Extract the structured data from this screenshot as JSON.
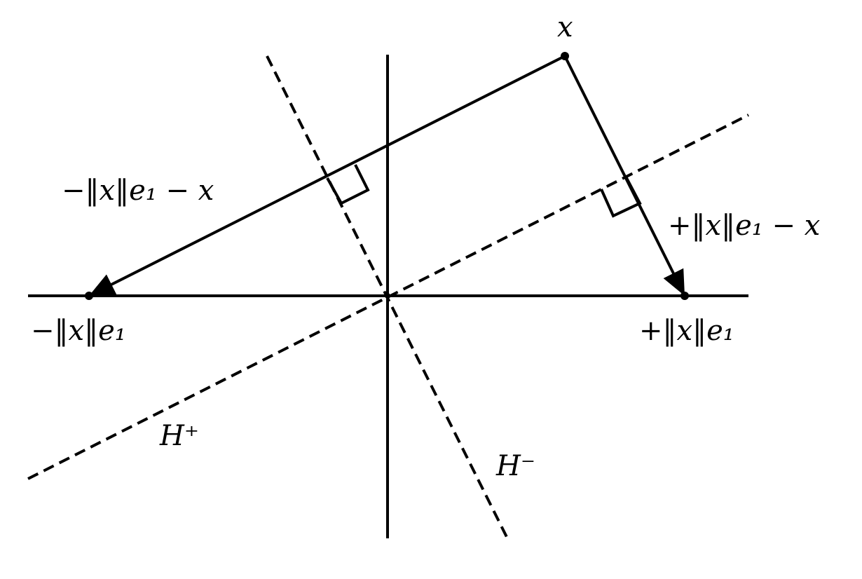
{
  "labels": {
    "x": "x",
    "neg_diff": "−‖x‖e₁ − x",
    "pos_diff": "+‖x‖e₁ − x",
    "neg_point": "−‖x‖e₁",
    "pos_point": "+‖x‖e₁",
    "h_plus": "H⁺",
    "h_minus": "H⁻"
  },
  "colors": {
    "ink": "#000000",
    "background": "#ffffff"
  }
}
